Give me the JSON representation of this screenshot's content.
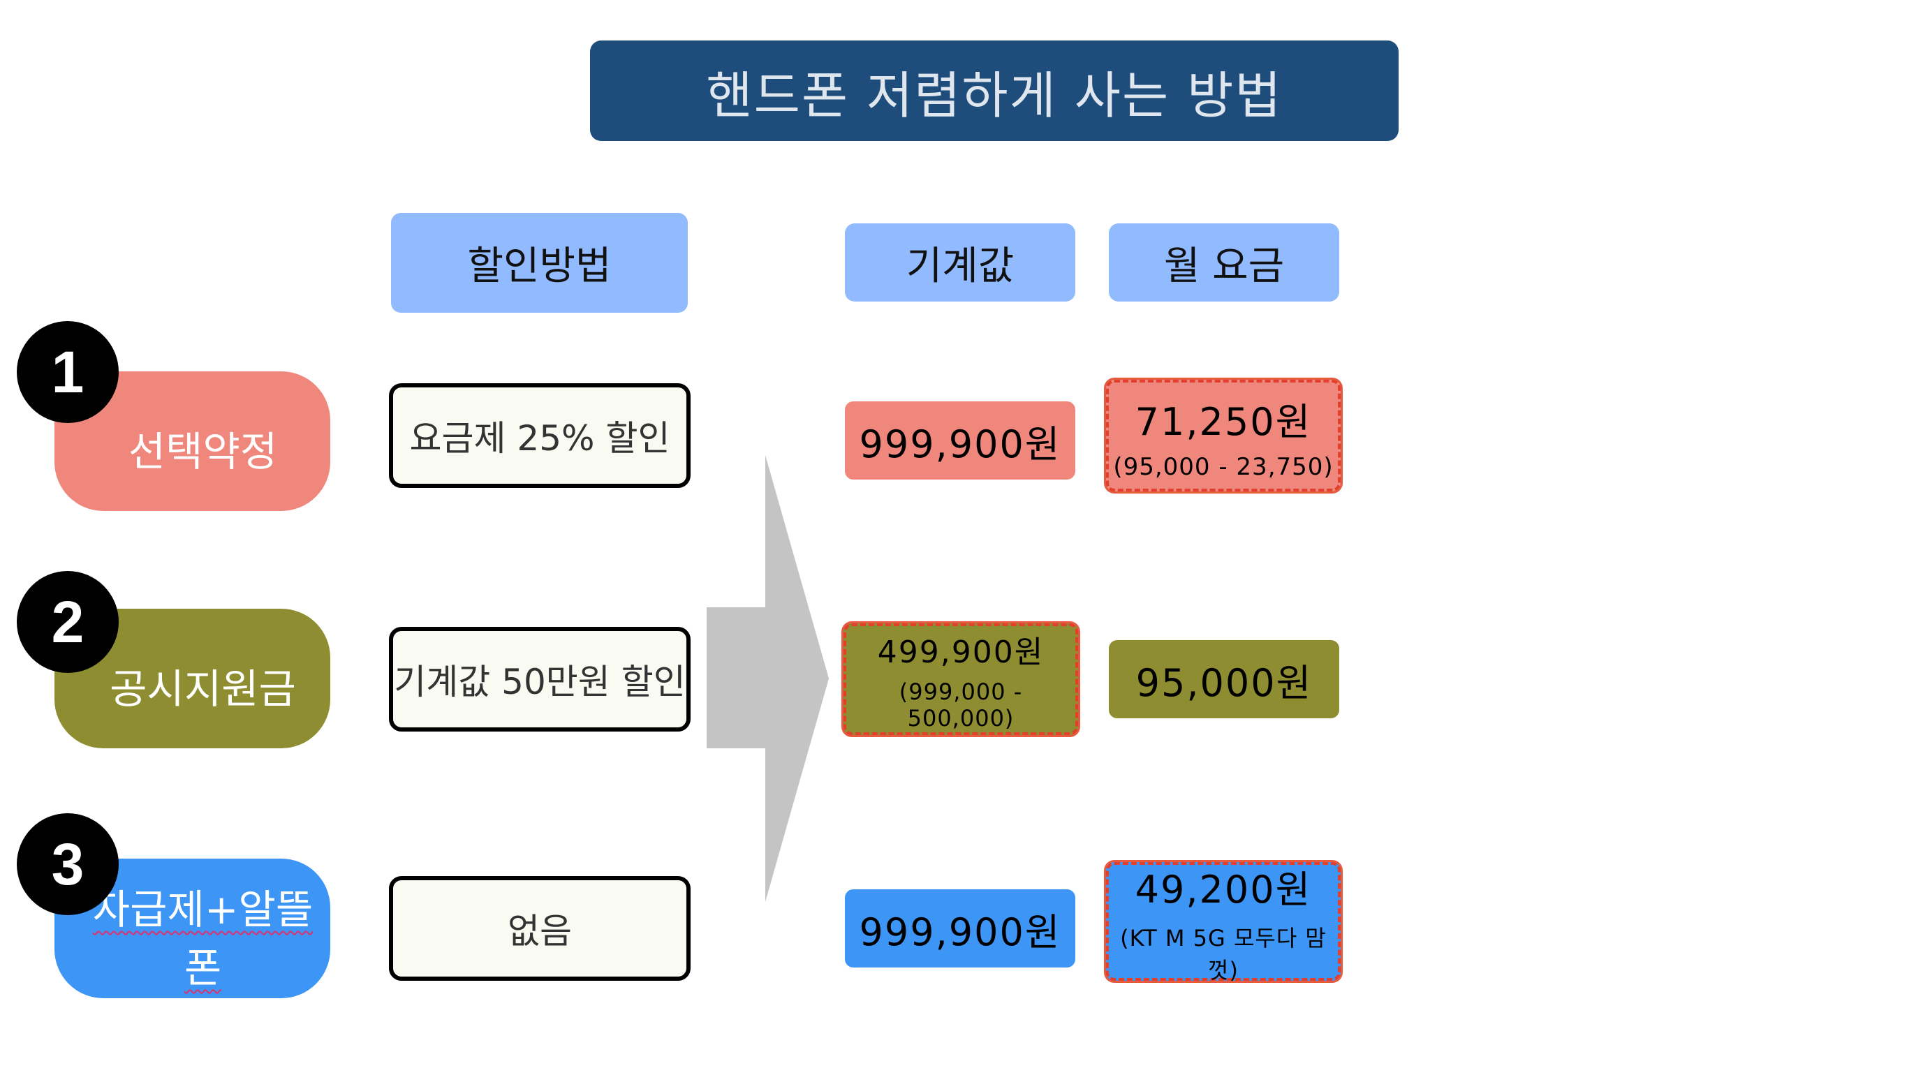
{
  "title": "핸드폰 저렴하게 사는 방법",
  "headers": {
    "method": "할인방법",
    "price": "기계값",
    "fee": "월 요금"
  },
  "rows": [
    {
      "number": "1",
      "label": "선택약정",
      "method": "요금제 25% 할인",
      "price": "999,900원",
      "fee": "71,250원",
      "fee_note": "(95,000 - 23,750)"
    },
    {
      "number": "2",
      "label": "공시지원금",
      "method": "기계값 50만원 할인",
      "price": "499,900원",
      "price_note": "(999,000 - 500,000)",
      "fee": "95,000원"
    },
    {
      "number": "3",
      "label": "자급제+알뜰폰",
      "method": "없음",
      "price": "999,900원",
      "fee": "49,200원",
      "fee_note": "(KT M 5G 모두다 맘껏)"
    }
  ],
  "colors": {
    "title_bg": "#1e4d7c",
    "header_bg": "#91baff",
    "row1": "#f0877d",
    "row2": "#8f8d31",
    "row3": "#3d95f5",
    "arrow": "#c4c4c4",
    "highlight_border": "#e0402c"
  }
}
